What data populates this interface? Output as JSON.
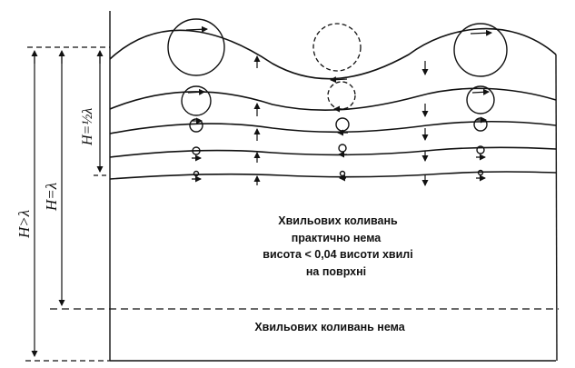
{
  "dimensions": {
    "h_gt_lambda": "H>λ",
    "h_eq_lambda": "H=λ",
    "h_half_lambda": "H=½λ"
  },
  "zone_text": {
    "line1": "Хвильових коливань",
    "line2": "практично нема",
    "line3": "висота < 0,04 висоти хвилі",
    "line4": "на поврхні"
  },
  "bottom_text": "Хвильових коливань нема",
  "colors": {
    "ink": "#111111"
  }
}
